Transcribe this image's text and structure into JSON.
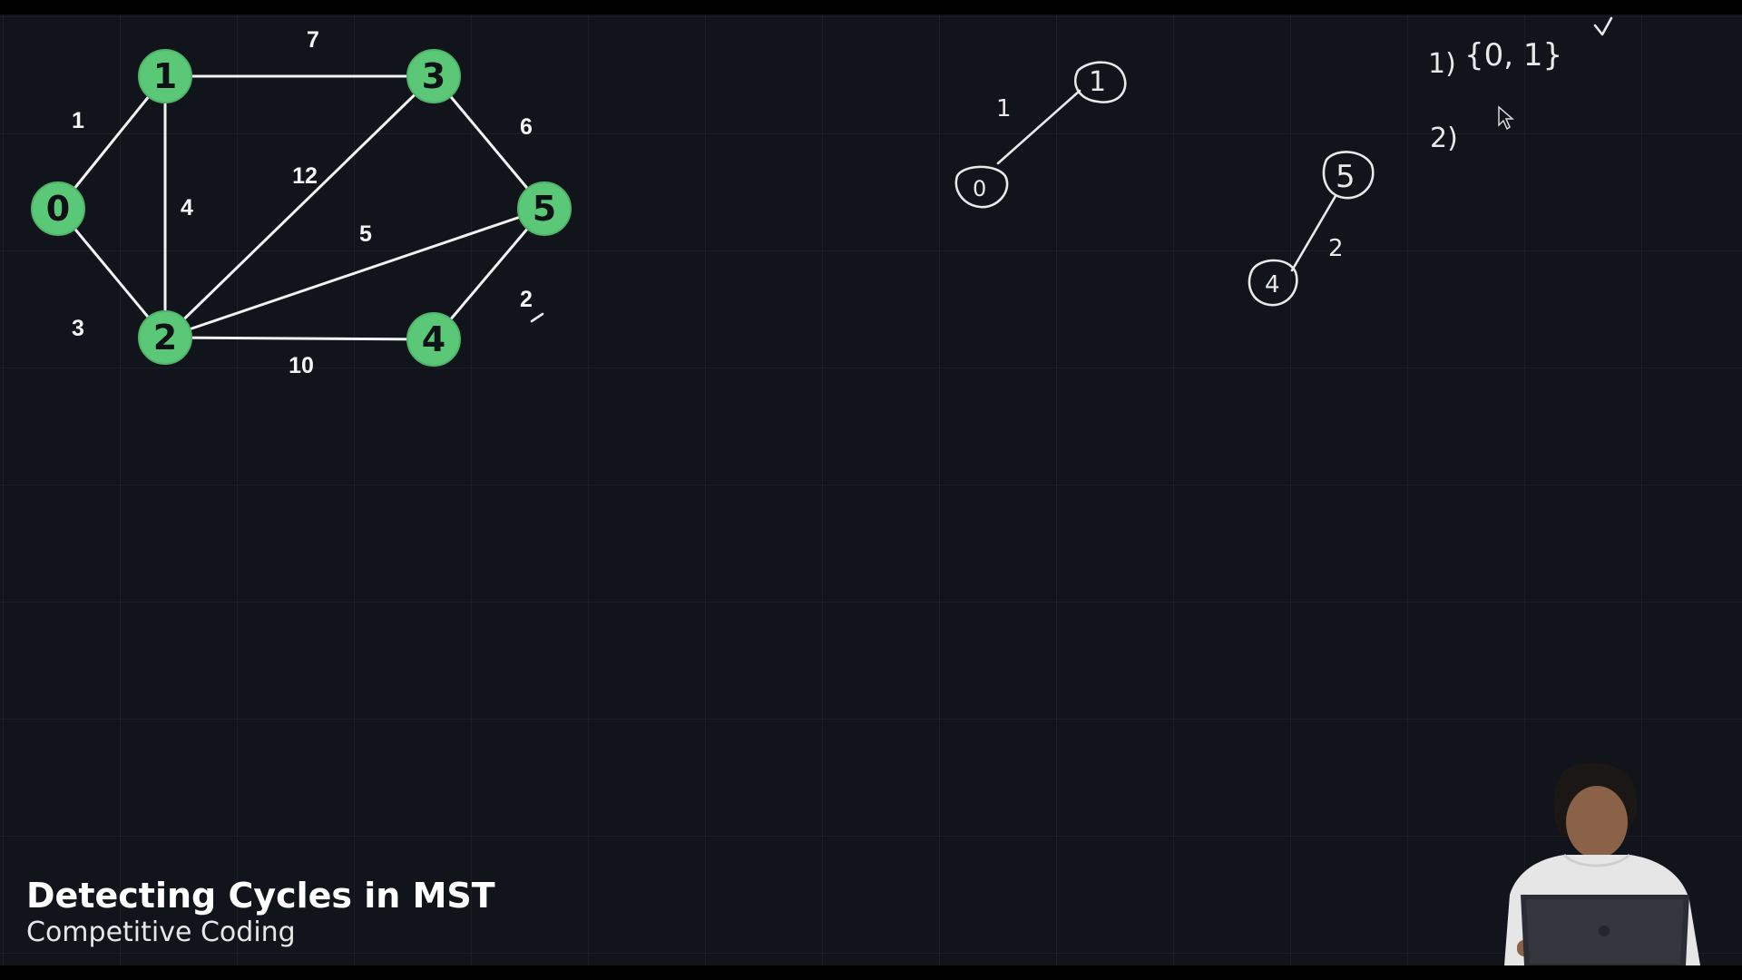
{
  "caption": {
    "title": "Detecting Cycles in MST",
    "subtitle": "Competitive Coding"
  },
  "graph": {
    "nodes": [
      {
        "id": "0",
        "label": "0"
      },
      {
        "id": "1",
        "label": "1"
      },
      {
        "id": "2",
        "label": "2"
      },
      {
        "id": "3",
        "label": "3"
      },
      {
        "id": "4",
        "label": "4"
      },
      {
        "id": "5",
        "label": "5"
      }
    ],
    "edges": [
      {
        "from": "0",
        "to": "1",
        "weight": "1"
      },
      {
        "from": "0",
        "to": "2",
        "weight": "3"
      },
      {
        "from": "1",
        "to": "2",
        "weight": "4"
      },
      {
        "from": "1",
        "to": "3",
        "weight": "7"
      },
      {
        "from": "2",
        "to": "3",
        "weight": "12"
      },
      {
        "from": "2",
        "to": "5",
        "weight": "5"
      },
      {
        "from": "2",
        "to": "4",
        "weight": "10"
      },
      {
        "from": "3",
        "to": "5",
        "weight": "6"
      },
      {
        "from": "4",
        "to": "5",
        "weight": "2"
      }
    ],
    "node_color": "#5bc878",
    "edge_color": "#f2f2f2"
  },
  "handwriting": {
    "tree_a": {
      "nodes": [
        "1",
        "0"
      ],
      "edge_weight": "1"
    },
    "tree_b": {
      "nodes": [
        "5",
        "4"
      ],
      "edge_weight": "2"
    },
    "step_list": [
      {
        "marker": "1)",
        "set": "{0, 1}",
        "checked": true
      },
      {
        "marker": "2)",
        "set": "",
        "checked": false
      }
    ]
  },
  "icons": [
    "cursor-arrow-icon",
    "presenter-silhouette",
    "laptop-icon"
  ]
}
